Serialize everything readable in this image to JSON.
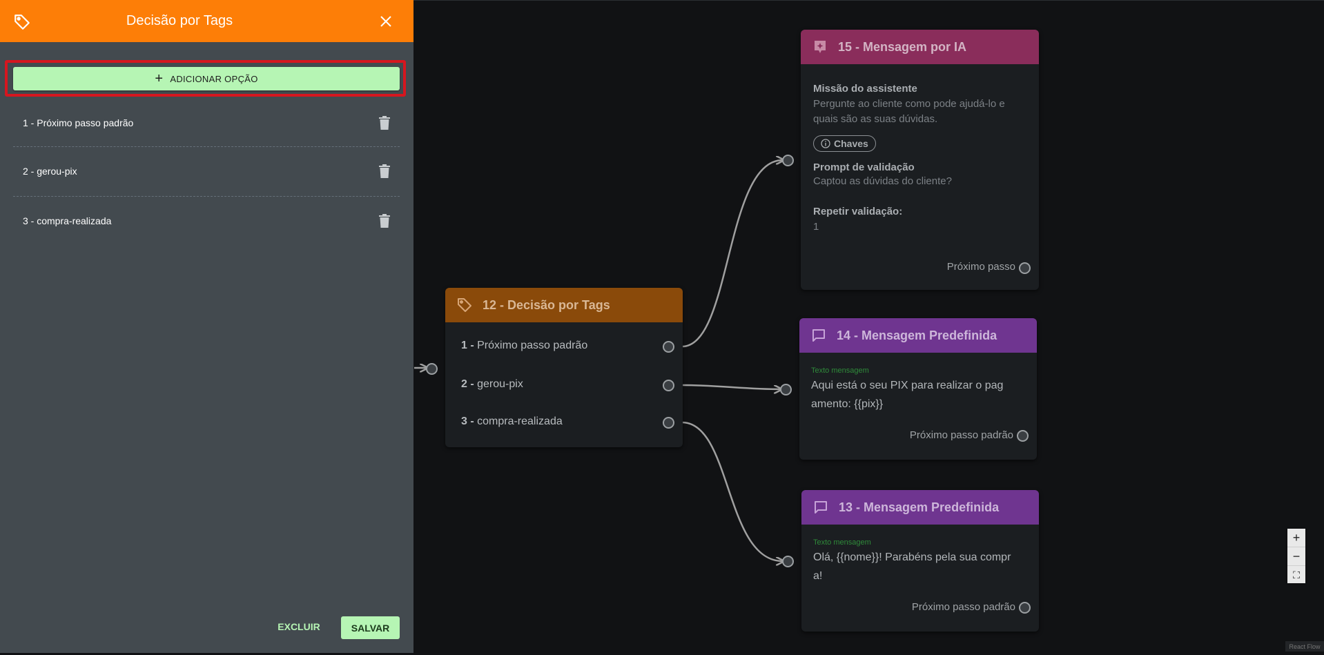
{
  "panel": {
    "title": "Decisão por Tags",
    "add_option_label": "ADICIONAR OPÇÃO",
    "options": [
      {
        "label": "1 - Próximo passo padrão"
      },
      {
        "label": "2 - gerou-pix"
      },
      {
        "label": "3 - compra-realizada"
      }
    ],
    "delete_label": "EXCLUIR",
    "save_label": "SALVAR"
  },
  "nodes": {
    "decision": {
      "title": "12 - Decisão por Tags",
      "options": [
        {
          "num": "1 -",
          "text": "Próximo passo padrão"
        },
        {
          "num": "2 -",
          "text": "gerou-pix"
        },
        {
          "num": "3 -",
          "text": "compra-realizada"
        }
      ]
    },
    "ia": {
      "title": "15 - Mensagem por IA",
      "mission_label": "Missão do assistente",
      "mission_text": "Pergunte ao cliente como pode ajudá-lo e quais são as suas dúvidas.",
      "keys_label": "Chaves",
      "prompt_label": "Prompt de validação",
      "prompt_text": "Captou as dúvidas do cliente?",
      "repeat_label": "Repetir validação:",
      "repeat_value": "1",
      "next_label": "Próximo passo"
    },
    "msg14": {
      "title": "14 - Mensagem Predefinida",
      "text_label": "Texto mensagem",
      "text_line1": "Aqui está o seu PIX para realizar o pag",
      "text_line2": "amento: {{pix}}",
      "next_label": "Próximo passo padrão"
    },
    "msg13": {
      "title": "13 - Mensagem Predefinida",
      "text_label": "Texto mensagem",
      "text_line1": "Olá, {{nome}}! Parabéns pela sua compr",
      "text_line2": "a!",
      "next_label": "Próximo passo padrão"
    }
  },
  "zoom": {
    "in": "+",
    "out": "−",
    "fit": "⛶"
  },
  "attribution": "React Flow",
  "colors": {
    "panel_header": "#fd7e07",
    "panel_bg": "#434a4f",
    "accent_green": "#b6f5b4",
    "highlight_red": "#d6161f",
    "decision_header": "#8a4a0a",
    "ia_header": "#8a2d5b",
    "msg_header": "#6f3590",
    "canvas_bg": "#111214"
  }
}
